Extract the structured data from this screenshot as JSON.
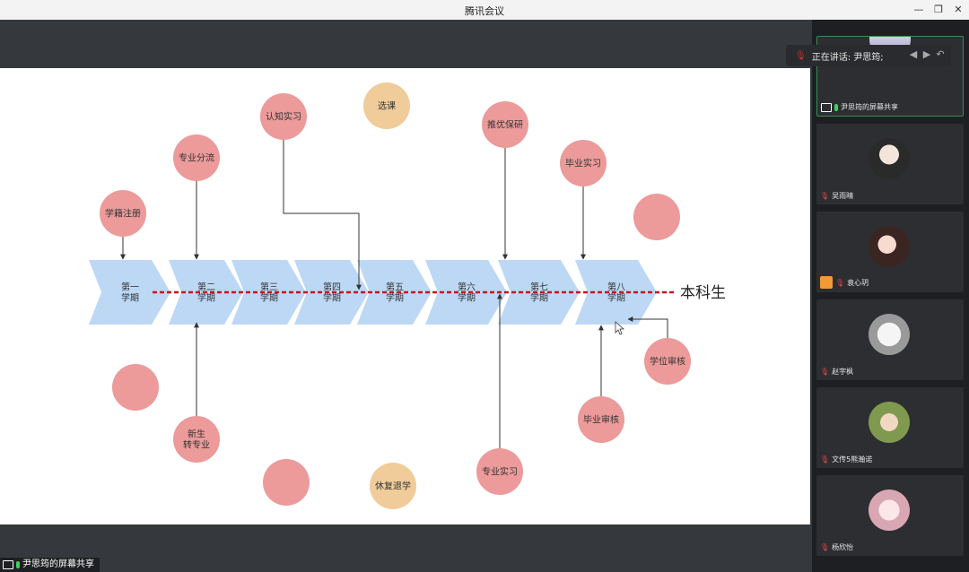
{
  "window": {
    "title": "腾讯会议"
  },
  "speaking": {
    "label": "正在讲话: 尹思筠;"
  },
  "share_label": "尹思筠的屏幕共享",
  "participants": [
    {
      "name": "尹思筠的屏幕共享"
    },
    {
      "name": "吴雨晴"
    },
    {
      "name": "袁心玥"
    },
    {
      "name": "赵宇枫"
    },
    {
      "name": "文传5熊瀚诺"
    },
    {
      "name": "杨欣怡"
    }
  ],
  "diagram": {
    "semesters": [
      [
        "第一",
        "学期"
      ],
      [
        "第二",
        "学期"
      ],
      [
        "第三",
        "学期"
      ],
      [
        "第四",
        "学期"
      ],
      [
        "第五",
        "学期"
      ],
      [
        "第六",
        "学期"
      ],
      [
        "第七",
        "学期"
      ],
      [
        "第八",
        "学期"
      ]
    ],
    "end_label": "本科生",
    "top_events": [
      "学籍注册",
      "专业分流",
      "认知实习",
      "选课",
      "推优保研",
      "毕业实习"
    ],
    "bottom_events": [
      [
        "新生",
        "转专业"
      ],
      "休复退学",
      "专业实习",
      "毕业审核",
      "学位审核"
    ],
    "colors": {
      "chevron": "#bcd8f5",
      "event_pink": "#ec9a9a",
      "event_tan": "#f0cc9a",
      "dashed": "#c8141e"
    }
  }
}
